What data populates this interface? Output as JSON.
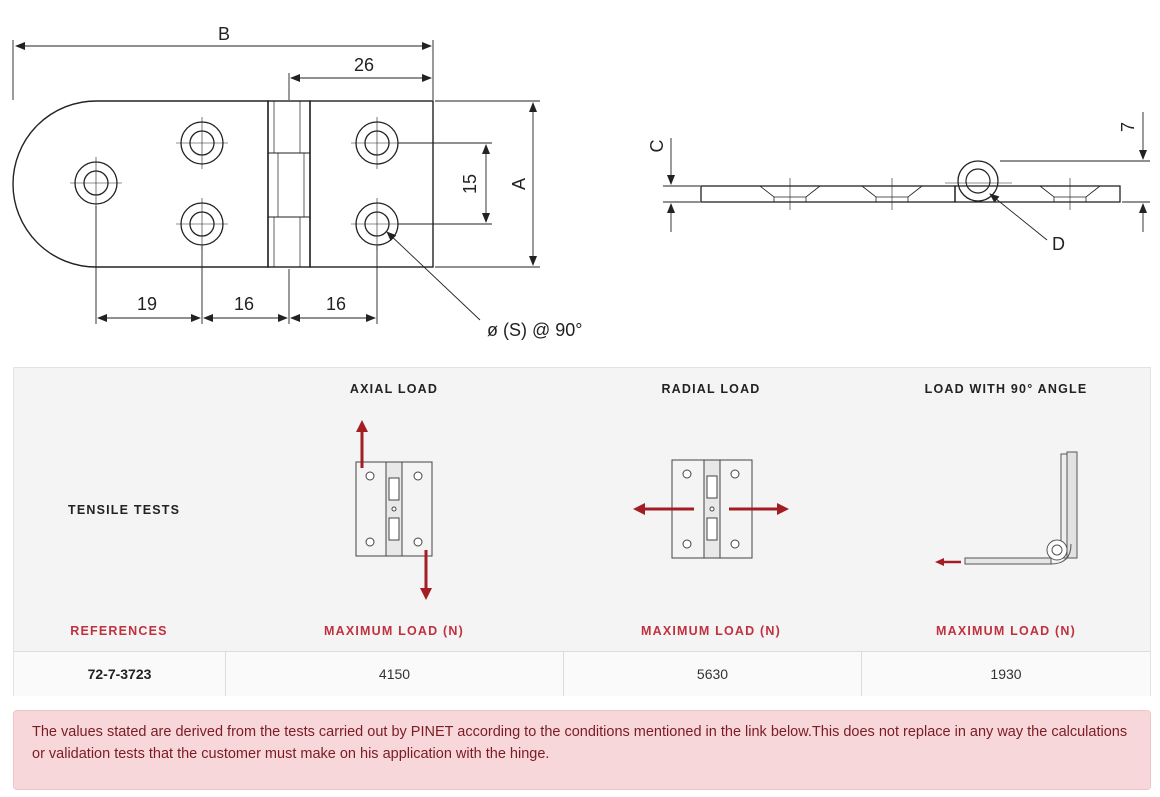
{
  "drawing": {
    "dims": {
      "b": "B",
      "d26": "26",
      "a": "A",
      "d15": "15",
      "d19": "19",
      "d16a": "16",
      "d16b": "16",
      "hole": "ø (S) @ 90°",
      "c": "C",
      "d7": "7",
      "d": "D"
    }
  },
  "tests": {
    "row_label": "TENSILE TESTS",
    "references_label": "REFERENCES",
    "columns": [
      {
        "title": "AXIAL LOAD",
        "max_label": "MAXIMUM LOAD (N)",
        "icon": "axial-load-icon"
      },
      {
        "title": "RADIAL LOAD",
        "max_label": "MAXIMUM LOAD (N)",
        "icon": "radial-load-icon"
      },
      {
        "title": "LOAD WITH 90° ANGLE",
        "max_label": "MAXIMUM LOAD (N)",
        "icon": "angle-load-icon"
      }
    ],
    "row": {
      "reference": "72-7-3723",
      "values": [
        "4150",
        "5630",
        "1930"
      ]
    },
    "arrow_color": "#a31d25"
  },
  "note": {
    "text": "The values stated are derived from the tests carried out by PINET according to the conditions mentioned in the link below.This does not replace in any way the calculations or validation tests that the customer must make on his application with the hinge."
  }
}
